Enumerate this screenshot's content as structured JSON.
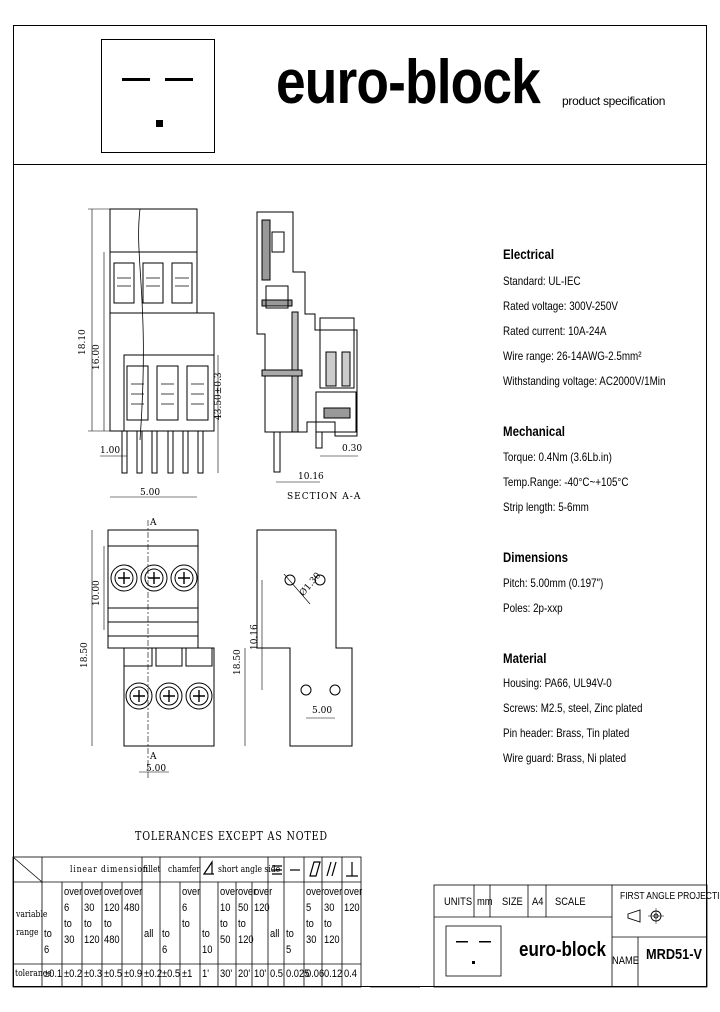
{
  "header": {
    "brand": "euro-block",
    "subtitle": "product specification"
  },
  "drawing": {
    "dims": {
      "height_total": "18.10",
      "height_inner": "16.00",
      "pin_len": "43.50±0.3",
      "pin_w": "1.00",
      "pitch_top": "5.00",
      "section_w": "10.16",
      "section_off": "0.30",
      "section_label": "SECTION A-A",
      "front_h": "10.00",
      "front_total": "18.50",
      "front_pitch": "5.00",
      "cut_mark": "A",
      "pcb_h1": "18.50",
      "pcb_h2": "10.16",
      "pcb_pitch": "5.00",
      "pcb_dia": "Ø1.30"
    }
  },
  "specs": {
    "electrical": {
      "title": "Electrical",
      "items": [
        "Standard: UL-IEC",
        "Rated voltage: 300V-250V",
        "Rated current: 10A-24A",
        "Wire range: 26-14AWG-2.5mm²",
        "Withstanding voltage: AC2000V/1Min"
      ]
    },
    "mechanical": {
      "title": "Mechanical",
      "items": [
        "Torque: 0.4Nm (3.6Lb.in)",
        "Temp.Range: -40°C~+105°C",
        "Strip length: 5-6mm"
      ]
    },
    "dimensions": {
      "title": "Dimensions",
      "items": [
        "Pitch: 5.00mm (0.197\")",
        "Poles: 2p-xxp"
      ]
    },
    "material": {
      "title": "Material",
      "items": [
        "Housing: PA66, UL94V-0",
        "Screws: M2.5, steel, Zinc plated",
        "Pin header: Brass, Tin plated",
        "Wire guard: Brass, Ni plated"
      ]
    }
  },
  "tolerances": {
    "title": "TOLERANCES EXCEPT AS NOTED",
    "groups": {
      "linear": "linear dimension",
      "fillet": "fillet",
      "chamfer": "chamfer",
      "angle": "short angle side"
    },
    "row_labels": {
      "variable": "variable",
      "range": "range",
      "tolerance": "tolerance"
    },
    "range_cells": [
      [
        "to",
        "6"
      ],
      [
        "over",
        "6",
        "to",
        "30"
      ],
      [
        "over",
        "30",
        "to",
        "120"
      ],
      [
        "over",
        "120",
        "to",
        "480"
      ],
      [
        "over",
        "480"
      ],
      [
        "all"
      ],
      [
        "to",
        "6"
      ],
      [
        "over",
        "6",
        "to"
      ],
      [
        "to",
        "10"
      ],
      [
        "over",
        "10",
        "to",
        "50"
      ],
      [
        "over",
        "50",
        "to",
        "120"
      ],
      [
        "over",
        "120"
      ],
      [
        "all"
      ],
      [
        "to",
        "5"
      ],
      [
        "over",
        "5",
        "to",
        "30"
      ],
      [
        "over",
        "30",
        "to",
        "120"
      ],
      [
        "over",
        "120"
      ]
    ],
    "values": [
      "±0.1",
      "±0.2",
      "±0.3",
      "±0.5",
      "±0.9",
      "±0.2",
      "±0.5",
      "±1",
      "1'",
      "30'",
      "20'",
      "10'",
      "0.5",
      "0.025",
      "0.06",
      "0.12",
      "0.4"
    ]
  },
  "title_block": {
    "units_label": "UNITS",
    "units_value": "mm",
    "size_label": "SIZE",
    "size_value": "A4",
    "scale_label": "SCALE",
    "projection": "FIRST ANGLE PROJECTION",
    "brand": "euro-block",
    "name_label": "NAME",
    "part_number": "MRD51-V"
  }
}
